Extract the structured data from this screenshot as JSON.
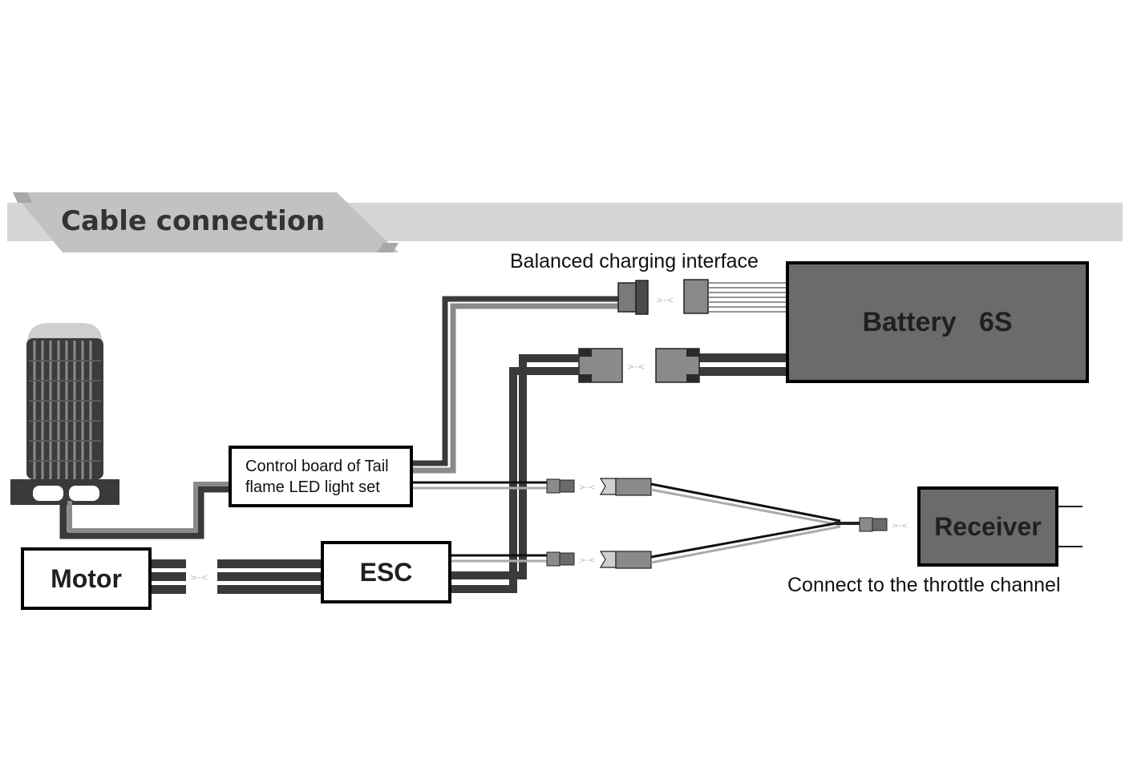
{
  "header": {
    "title": "Cable connection"
  },
  "labels": {
    "balance": "Balanced charging interface",
    "throttle": "Connect to the throttle channel"
  },
  "components": {
    "battery": "Battery   6S",
    "receiver": "Receiver",
    "motor": "Motor",
    "esc": "ESC",
    "board": "Control board of Tail\nflame LED light set"
  },
  "colors": {
    "wire_dark": "#3a3a3a",
    "wire_mid": "#8a8a8a",
    "box_fill": "#6b6b6b",
    "band": "#d6d6d6",
    "tab": "#c2c2c2"
  }
}
